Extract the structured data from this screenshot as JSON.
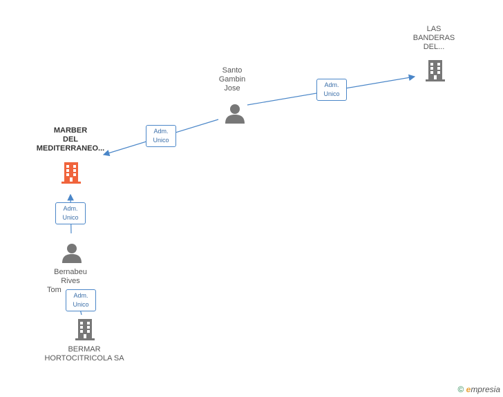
{
  "nodes": {
    "las_banderas": {
      "lines": [
        "LAS",
        "BANDERAS",
        "DEL..."
      ],
      "type": "company"
    },
    "santo_gambin": {
      "lines": [
        "Santo",
        "Gambin",
        "Jose"
      ],
      "type": "person"
    },
    "marber": {
      "lines": [
        "MARBER",
        "DEL",
        "MEDITERRANEO..."
      ],
      "type": "company",
      "focus": true
    },
    "bernabeu": {
      "lines": [
        "Bernabeu",
        "Rives",
        "Tom"
      ],
      "type": "person"
    },
    "bermar": {
      "lines": [
        "BERMAR",
        "HORTOCITRICOLA SA"
      ],
      "type": "company"
    }
  },
  "edges": [
    {
      "lines": [
        "Adm.",
        "Unico"
      ],
      "from": "santo_gambin",
      "to": "las_banderas"
    },
    {
      "lines": [
        "Adm.",
        "Unico"
      ],
      "from": "santo_gambin",
      "to": "marber"
    },
    {
      "lines": [
        "Adm.",
        "Unico"
      ],
      "from": "bernabeu",
      "to": "marber"
    },
    {
      "lines": [
        "Adm.",
        "Unico"
      ],
      "from": "bernabeu",
      "to": "bermar"
    }
  ],
  "colors": {
    "edge": "#4a86c8",
    "company": "#777777",
    "focus_company": "#f0643c",
    "person": "#777777"
  },
  "footer": {
    "copyright": "©",
    "brand_e": "e",
    "brand_rest": "mpresia"
  }
}
